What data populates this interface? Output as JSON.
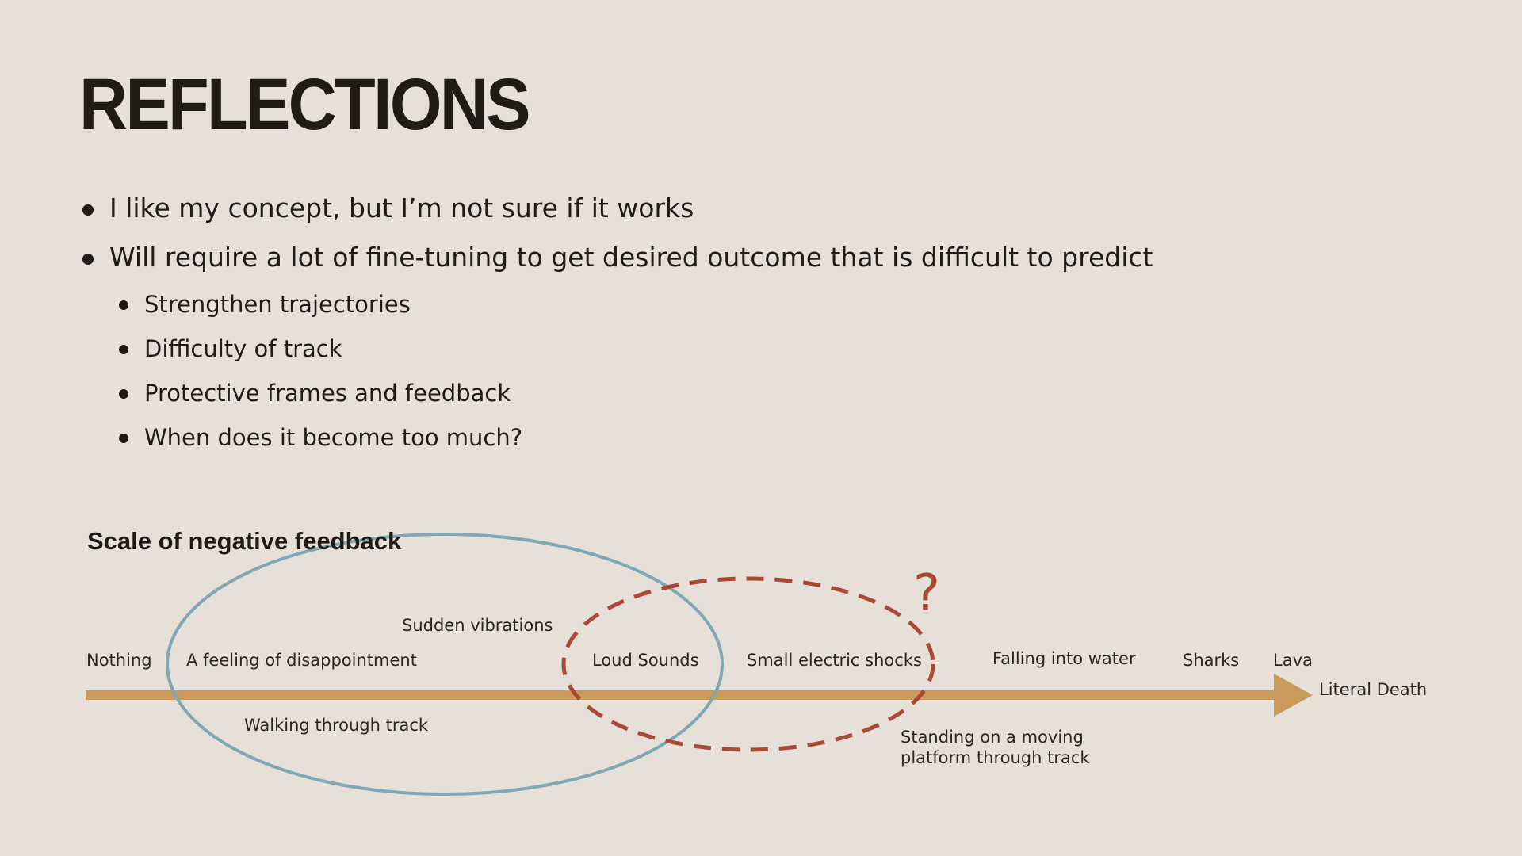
{
  "slide": {
    "title": "REFLECTIONS",
    "bullets": [
      "I like my concept, but I’m not sure if it works",
      "Will require a lot of fine-tuning to get desired outcome that is difficult to predict"
    ],
    "sub_bullets": [
      "Strengthen trajectories",
      "Difficulty of track",
      "Protective frames and feedback",
      "When does it become too much?"
    ]
  },
  "diagram": {
    "title": "Scale of negative feedback",
    "labels": {
      "nothing": "Nothing",
      "disappointment": "A feeling of disappointment",
      "sudden_vibrations": "Sudden vibrations",
      "walking": "Walking through track",
      "loud_sounds": "Loud Sounds",
      "shocks": "Small electric shocks",
      "water": "Falling into water",
      "sharks": "Sharks",
      "lava": "Lava",
      "death": "Literal Death",
      "platform_line1": "Standing on a moving",
      "platform_line2": "platform through track"
    },
    "question_mark": "?",
    "colors": {
      "axis": "#c99a5b",
      "solid_ellipse": "#7fa8b4",
      "dashed_ellipse": "#a84a35",
      "background": "#e7e0d9"
    }
  }
}
